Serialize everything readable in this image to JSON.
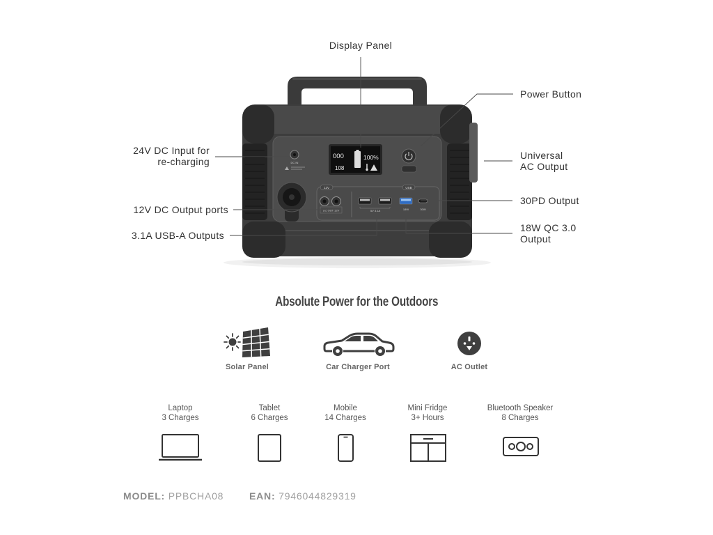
{
  "callouts": {
    "display_panel": "Display Panel",
    "power_button": "Power Button",
    "dc_input": [
      "24V DC Input for",
      "re-charging"
    ],
    "ac_output": [
      "Universal",
      "AC Output"
    ],
    "dc_output": "12V DC Output ports",
    "pd_output": "30PD Output",
    "usb_a": "3.1A USB-A Outputs",
    "qc_output": [
      "18W QC 3.0",
      "Output"
    ]
  },
  "device": {
    "screen": {
      "power_reading": "000",
      "battery_percent": "100%",
      "secondary_reading": "108"
    },
    "labels": {
      "dc_in": "DC IN",
      "port_12v": "12V",
      "port_usb": "USB",
      "dc_out": "DC OUT 12V",
      "usb_a": "5V 3.1A",
      "qc": "18W",
      "pd": "30W"
    },
    "qc_port_color": "#2e6cc4"
  },
  "headline": "Absolute Power for the Outdoors",
  "charging_sources": [
    {
      "label": "Solar Panel",
      "icon": "solar-panel-icon"
    },
    {
      "label": "Car Charger Port",
      "icon": "car-icon"
    },
    {
      "label": "AC Outlet",
      "icon": "ac-outlet-icon"
    }
  ],
  "devices": [
    {
      "name": "Laptop",
      "charges": "3 Charges",
      "icon": "laptop-icon"
    },
    {
      "name": "Tablet",
      "charges": "6 Charges",
      "icon": "tablet-icon"
    },
    {
      "name": "Mobile",
      "charges": "14 Charges",
      "icon": "mobile-phone-icon"
    },
    {
      "name": "Mini Fridge",
      "charges": "3+ Hours",
      "icon": "mini-fridge-icon"
    },
    {
      "name": "Bluetooth Speaker",
      "charges": "8 Charges",
      "icon": "bluetooth-speaker-icon"
    }
  ],
  "footer": {
    "model_label": "MODEL:",
    "model_value": "PPBCHA08",
    "ean_label": "EAN:",
    "ean_value": "7946044829319"
  },
  "colors": {
    "text": "#333333",
    "icon": "#3f3f3f",
    "muted": "#a0a0a0"
  }
}
